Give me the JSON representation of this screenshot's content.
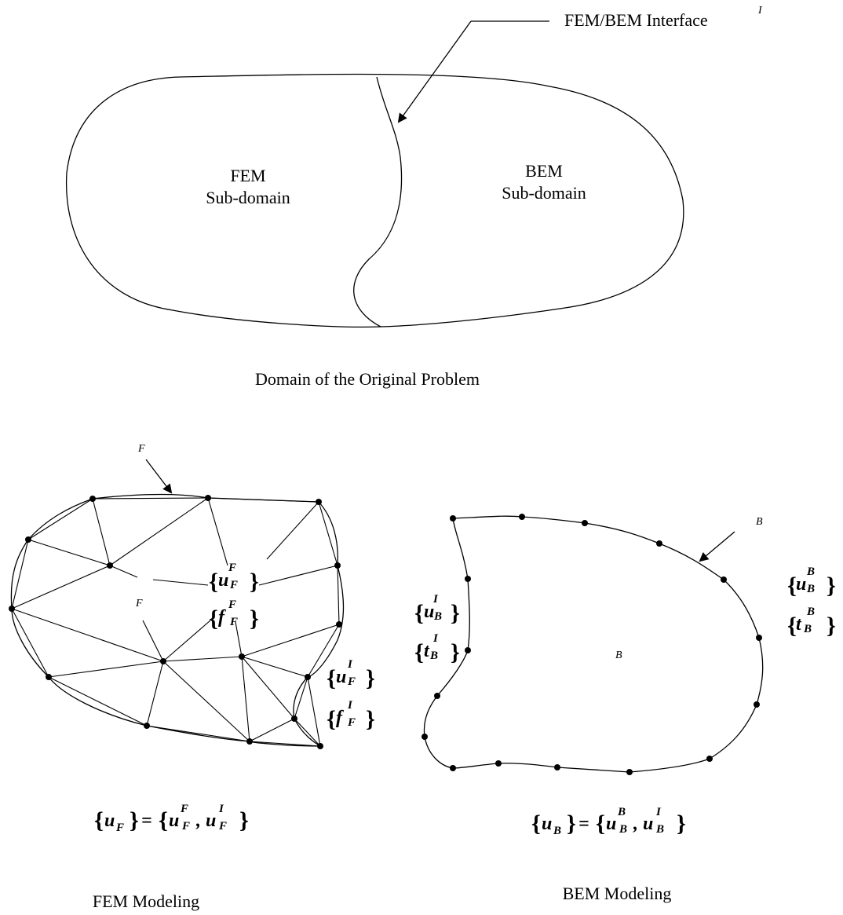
{
  "top": {
    "interface_label": "FEM/BEM Interface",
    "interface_symbol": "I",
    "fem_label_line1": "FEM",
    "fem_label_line2": "Sub-domain",
    "bem_label_line1": "BEM",
    "bem_label_line2": "Sub-domain",
    "caption": "Domain of  the Original Problem"
  },
  "fem_model": {
    "boundary_symbol": "F",
    "domain_symbol": "F",
    "vectors": [
      {
        "base": "u",
        "sup": "F",
        "sub": "F"
      },
      {
        "base": "f",
        "sup": "F",
        "sub": "F"
      },
      {
        "base": "u",
        "sup": "I",
        "sub": "F"
      },
      {
        "base": "f",
        "sup": "I",
        "sub": "F"
      }
    ],
    "equation": {
      "lhs_base": "u",
      "lhs_sub": "F",
      "rhs_a_sup": "F",
      "rhs_a_sub": "F",
      "rhs_b_sup": "I",
      "rhs_b_sub": "F"
    },
    "caption": "FEM Modeling"
  },
  "bem_model": {
    "boundary_symbol": "B",
    "domain_symbol": "B",
    "vectors": [
      {
        "base": "u",
        "sup": "I",
        "sub": "B"
      },
      {
        "base": "t",
        "sup": "I",
        "sub": "B"
      },
      {
        "base": "u",
        "sup": "B",
        "sub": "B"
      },
      {
        "base": "t",
        "sup": "B",
        "sub": "B"
      }
    ],
    "equation": {
      "lhs_base": "u",
      "lhs_sub": "B",
      "rhs_a_sup": "B",
      "rhs_a_sub": "B",
      "rhs_b_sup": "I",
      "rhs_b_sub": "B"
    },
    "caption": "BEM Modeling"
  }
}
